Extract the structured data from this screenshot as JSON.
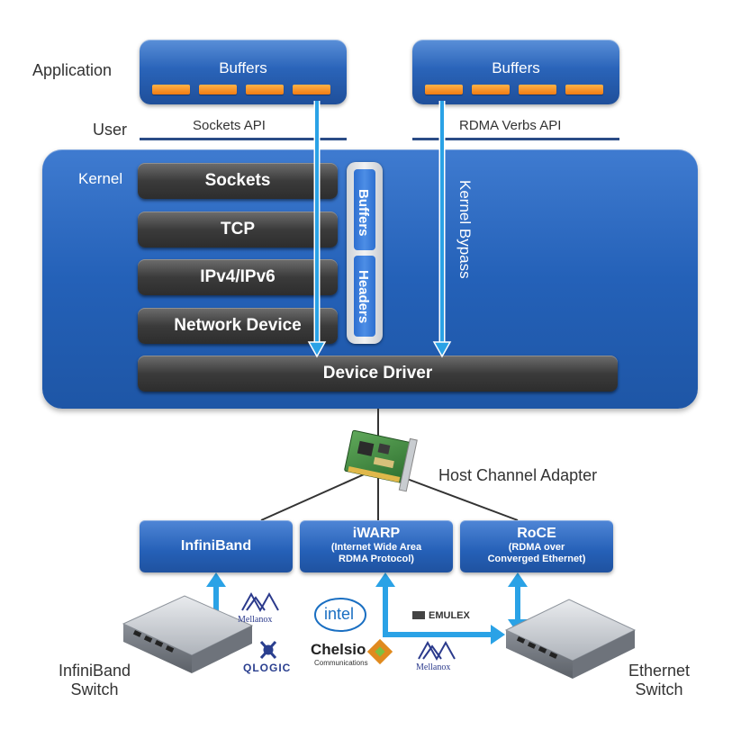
{
  "labels": {
    "application": "Application",
    "user": "User",
    "kernel": "Kernel",
    "host_channel_adapter": "Host Channel Adapter",
    "infiniband_switch_line1": "InfiniBand",
    "infiniband_switch_line2": "Switch",
    "ethernet_switch_line1": "Ethernet",
    "ethernet_switch_line2": "Switch",
    "kernel_bypass": "Kernel Bypass"
  },
  "app_buffers_left": {
    "title": "Buffers",
    "api": "Sockets API"
  },
  "app_buffers_right": {
    "title": "Buffers",
    "api": "RDMA Verbs API"
  },
  "kernel_stack": [
    "Sockets",
    "TCP",
    "IPv4/IPv6",
    "Network Device"
  ],
  "kernel_side": {
    "buffers": "Buffers",
    "headers": "Headers"
  },
  "device_driver": "Device Driver",
  "protocols": {
    "infiniband": {
      "title": "InfiniBand",
      "subtitle": ""
    },
    "iwarp": {
      "title": "iWARP",
      "subtitle_line1": "(Internet Wide Area",
      "subtitle_line2": "RDMA Protocol)"
    },
    "roce": {
      "title": "RoCE",
      "subtitle_line1": "(RDMA over",
      "subtitle_line2": "Converged Ethernet)"
    }
  },
  "vendors": {
    "mellanox_1": "Mellanox",
    "qlogic": "QLOGIC",
    "intel": "intel",
    "chelsio": "Chelsio",
    "chelsio_sub": "Communications",
    "emulex": "EMULEX",
    "mellanox_2": "Mellanox"
  },
  "colors": {
    "kernel_blue": "#2461b8",
    "arrow_blue": "#2aa2e6",
    "buffer_orange": "#f07c14",
    "dark_bar": "#3b3b3b",
    "api_line": "#2b4c86"
  }
}
